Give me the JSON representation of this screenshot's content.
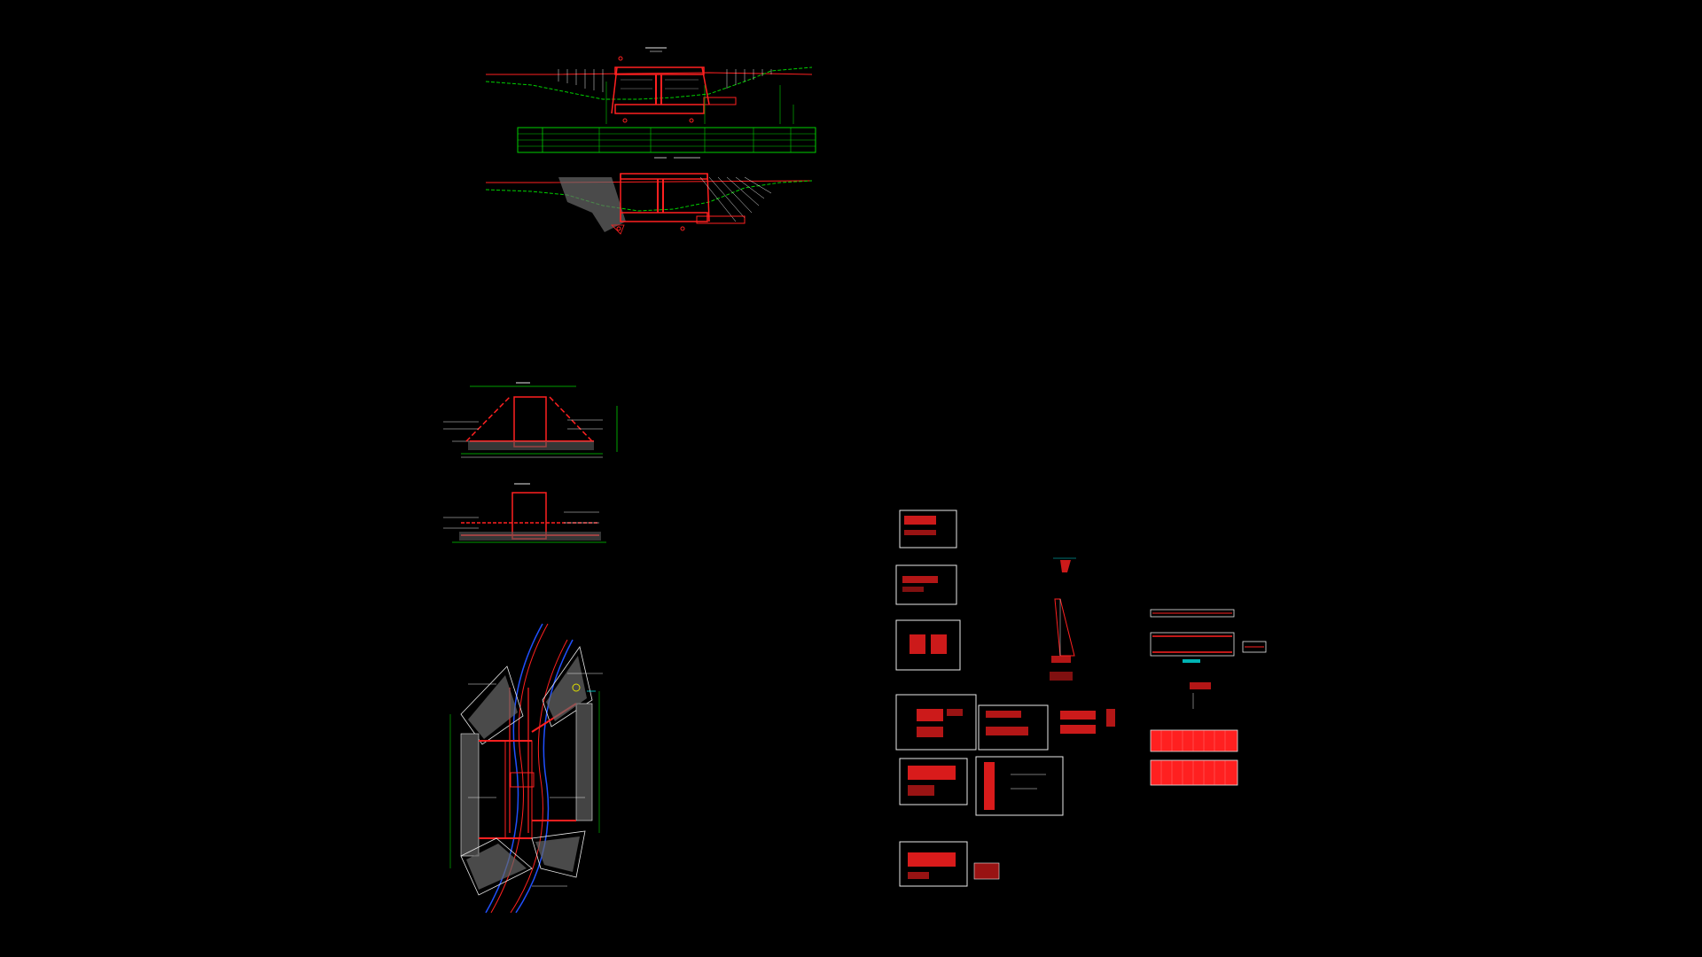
{
  "canvas": {
    "background": "#000000",
    "colors": {
      "red": "#ff2020",
      "green": "#00d000",
      "white": "#e8e8e8",
      "cyan": "#00e0e0",
      "blue": "#2050ff",
      "yellow": "#e0e000",
      "magenta": "#ff40ff",
      "grey": "#9a9a9a"
    }
  },
  "drawings": [
    {
      "id": "longitudinal-profile",
      "kind": "section"
    },
    {
      "id": "longitudinal-section-lower",
      "kind": "section"
    },
    {
      "id": "cross-section-a",
      "kind": "section"
    },
    {
      "id": "cross-section-b",
      "kind": "section"
    },
    {
      "id": "plan-view",
      "kind": "plan"
    },
    {
      "id": "detail-sheets",
      "kind": "detail"
    }
  ]
}
